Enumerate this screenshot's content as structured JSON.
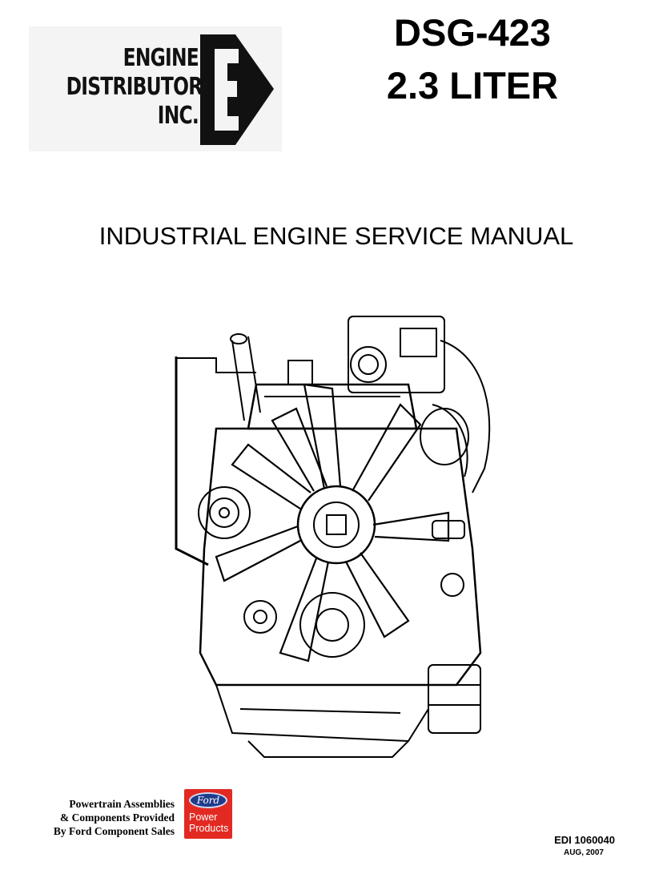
{
  "logo": {
    "line1": "ENGINE",
    "line2": "DISTRIBUTORS",
    "line3": "INC.",
    "icon": "e-arrow-logo"
  },
  "title": {
    "model": "DSG-423",
    "displacement": "2.3 LITER"
  },
  "subtitle": "INDUSTRIAL ENGINE SERVICE MANUAL",
  "illustration": {
    "icon": "engine-line-drawing"
  },
  "credits": {
    "line1": "Powertrain Assemblies",
    "line2": "& Components Provided",
    "line3": "By Ford Component Sales"
  },
  "ford_badge": {
    "oval": "Ford",
    "line1": "Power",
    "line2": "Products",
    "colors": {
      "background": "#e22a22",
      "oval": "#1f3b8c"
    }
  },
  "doc": {
    "number": "EDI 1060040",
    "date": "AUG, 2007"
  }
}
